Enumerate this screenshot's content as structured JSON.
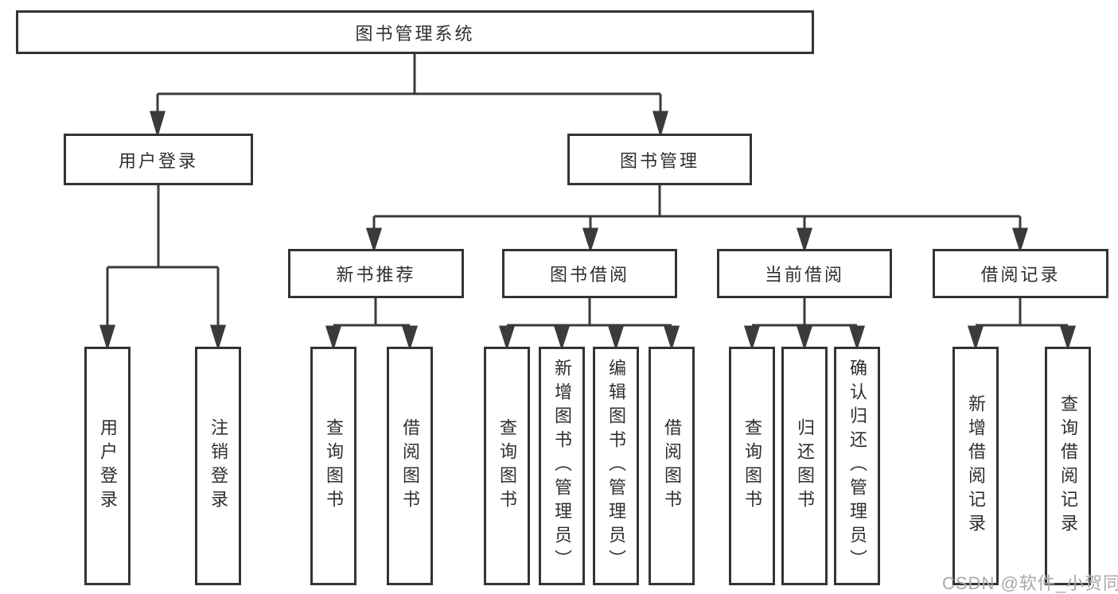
{
  "tree": {
    "label": "图书管理系统",
    "children": [
      {
        "label": "用户登录",
        "children": [
          {
            "label": "用户登录"
          },
          {
            "label": "注销登录"
          }
        ]
      },
      {
        "label": "图书管理",
        "children": [
          {
            "label": "新书推荐",
            "children": [
              {
                "label": "查询图书"
              },
              {
                "label": "借阅图书"
              }
            ]
          },
          {
            "label": "图书借阅",
            "children": [
              {
                "label": "查询图书"
              },
              {
                "label": "新增图书（管理员）"
              },
              {
                "label": "编辑图书（管理员）"
              },
              {
                "label": "借阅图书"
              }
            ]
          },
          {
            "label": "当前借阅",
            "children": [
              {
                "label": "查询图书"
              },
              {
                "label": "归还图书"
              },
              {
                "label": "确认归还（管理员）"
              }
            ]
          },
          {
            "label": "借阅记录",
            "children": [
              {
                "label": "新增借阅记录"
              },
              {
                "label": "查询借阅记录"
              }
            ]
          }
        ]
      }
    ]
  },
  "watermark": {
    "text": "CSDN @软件_小贺同学"
  },
  "colors": {
    "line": "#3b3b3b",
    "box_border": "#343434",
    "text": "#2f2f2f",
    "watermark": "#aea7a7",
    "background": "#ffffff"
  }
}
